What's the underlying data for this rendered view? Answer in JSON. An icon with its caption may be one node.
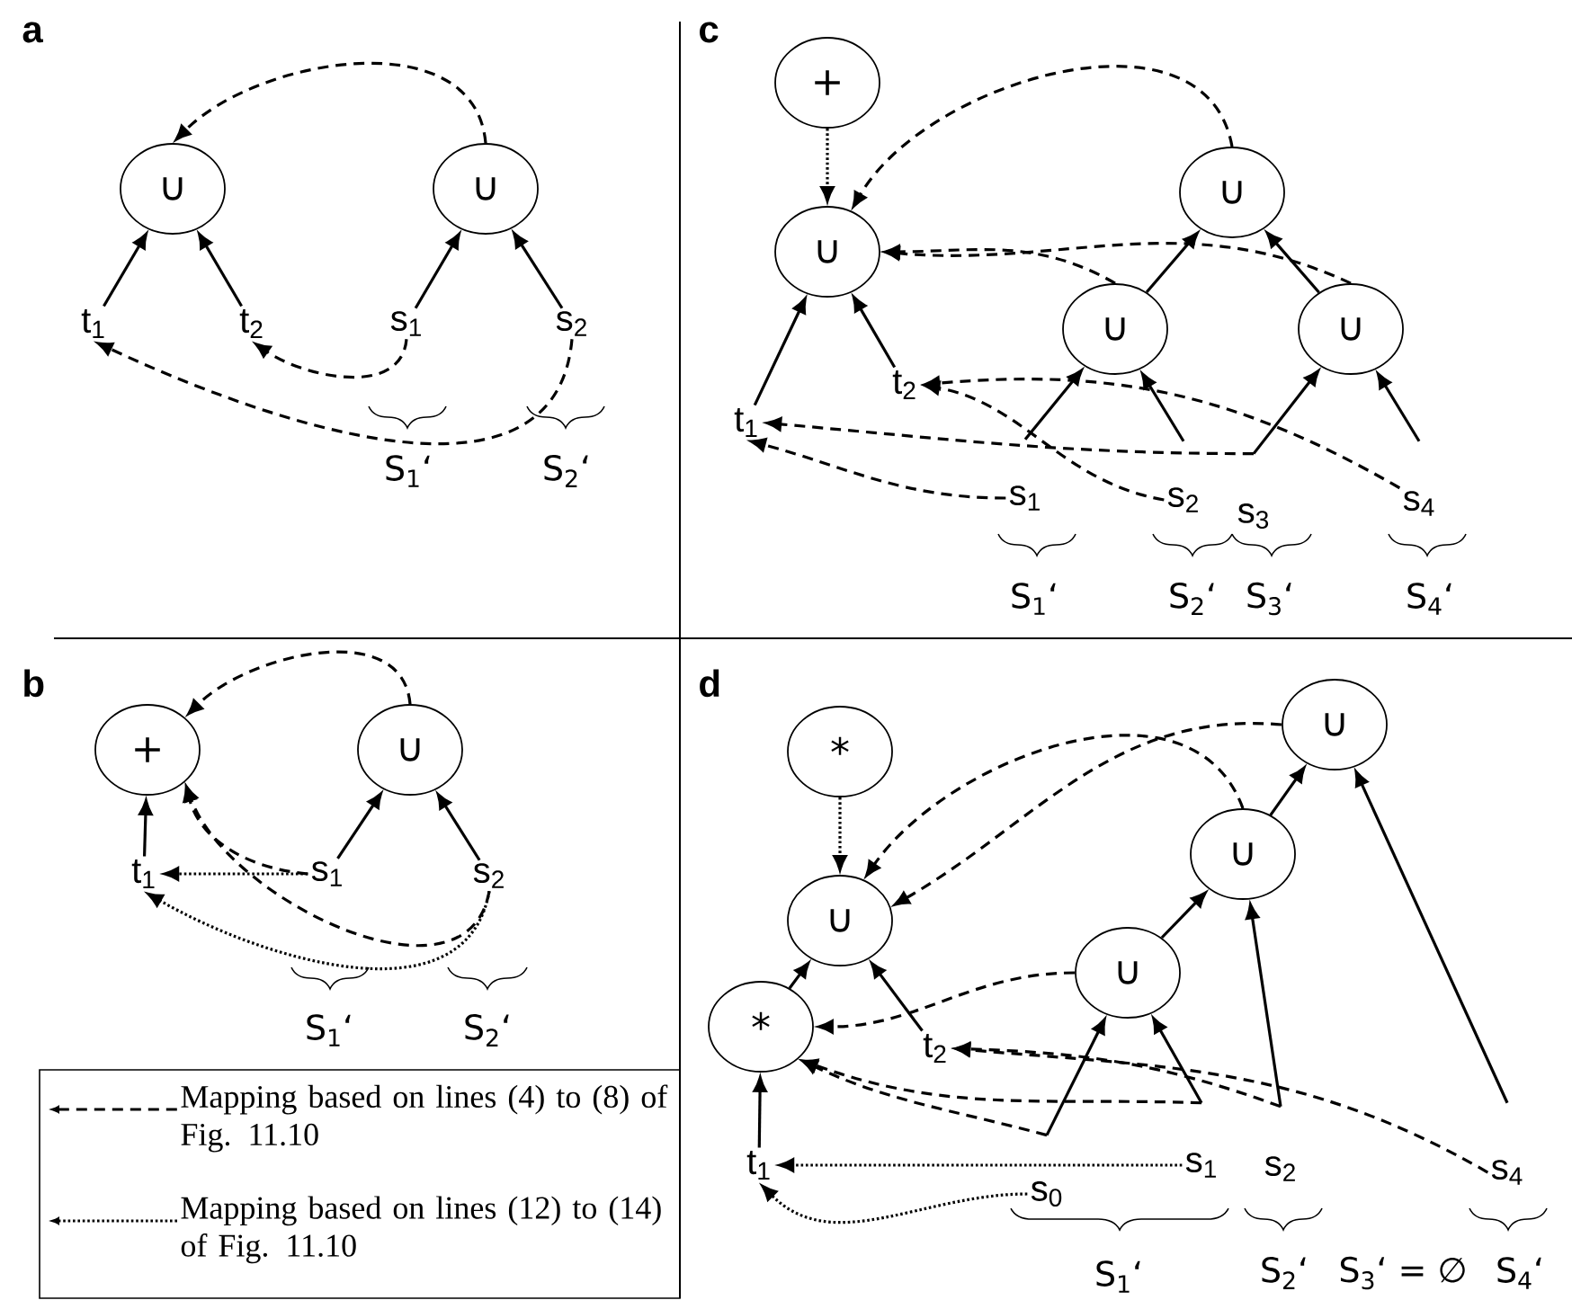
{
  "diagram": {
    "nodes": [
      {
        "text": [
          "∪"
        ]
      },
      {
        "text": [
          "∪"
        ]
      },
      {
        "text": [
          "t$_{1}$"
        ]
      },
      {
        "text": [
          "t$_{2}$"
        ]
      },
      {
        "text": [
          "s$_{1}$"
        ]
      },
      {
        "text": [
          "s$_{2}$"
        ]
      },
      {
        "text": [
          "+"
        ]
      },
      {
        "text": [
          "∪"
        ]
      },
      {
        "text": [
          "∪"
        ]
      },
      {
        "text": [
          "∪"
        ]
      },
      {
        "text": [
          "∪"
        ]
      },
      {
        "text": [
          "t$_{2}$"
        ]
      },
      {
        "text": [
          "t$_{1}$"
        ]
      },
      {
        "text": [
          "s$_{1}$"
        ]
      },
      {
        "text": [
          "s$_{2}$"
        ]
      },
      {
        "text": [
          "s$_{3}$"
        ]
      },
      {
        "text": [
          "s$_{4}$"
        ]
      },
      {
        "text": [
          "+"
        ]
      },
      {
        "text": [
          "∪"
        ]
      },
      {
        "text": [
          "t$_{1}$"
        ]
      },
      {
        "text": [
          "s$_{1}$"
        ]
      },
      {
        "text": [
          "s$_{2}$"
        ]
      },
      {
        "text": [
          "*"
        ]
      },
      {
        "text": [
          "∪"
        ]
      },
      {
        "text": [
          "∪"
        ]
      },
      {
        "text": [
          "∪"
        ]
      },
      {
        "text": [
          "∪"
        ]
      },
      {
        "text": [
          "*"
        ]
      },
      {
        "text": [
          "t$_{2}$"
        ]
      },
      {
        "text": [
          "t$_{1}$"
        ]
      },
      {
        "text": [
          "s$_{1}$"
        ]
      },
      {
        "text": [
          "s$_{2}$"
        ]
      },
      {
        "text": [
          "s$_{4}$"
        ]
      },
      {
        "text": [
          "s$_{0}$"
        ]
      }
    ],
    "edges": [
      {
        "from": 2,
        "to": 0,
        "arrow": "to"
      },
      {
        "from": 3,
        "to": 0,
        "arrow": "to"
      },
      {
        "from": 4,
        "to": 1,
        "arrow": "to"
      },
      {
        "from": 5,
        "to": 1,
        "arrow": "to"
      },
      {
        "from": 1,
        "to": 0,
        "arrow": "to",
        "style": "dashed"
      },
      {
        "from": 4,
        "to": 3,
        "arrow": "to",
        "style": "dashed"
      },
      {
        "from": 5,
        "to": 2,
        "arrow": "to",
        "style": "dashed"
      },
      {
        "from": 6,
        "to": 7,
        "arrow": "to",
        "style": "dashed"
      },
      {
        "from": 8,
        "to": 7,
        "arrow": "to",
        "style": "dashed"
      },
      {
        "from": 12,
        "to": 7,
        "arrow": "to"
      },
      {
        "from": 11,
        "to": 7,
        "arrow": "to"
      },
      {
        "from": 9,
        "to": 8,
        "arrow": "to"
      },
      {
        "from": 10,
        "to": 8,
        "arrow": "to"
      },
      {
        "from": 13,
        "to": 9,
        "arrow": "to"
      },
      {
        "from": 14,
        "to": 9,
        "arrow": "to"
      },
      {
        "from": 15,
        "to": 10,
        "arrow": "to"
      },
      {
        "from": 16,
        "to": 10,
        "arrow": "to"
      },
      {
        "from": 9,
        "to": 7,
        "arrow": "to",
        "style": "dashed"
      },
      {
        "from": 10,
        "to": 7,
        "arrow": "to",
        "style": "dashed"
      },
      {
        "from": 13,
        "to": 12,
        "arrow": "to",
        "style": "dashed"
      },
      {
        "from": 15,
        "to": 12,
        "arrow": "to",
        "style": "dashed"
      },
      {
        "from": 14,
        "to": 11,
        "arrow": "to",
        "style": "dashed"
      },
      {
        "from": 16,
        "to": 11,
        "arrow": "to",
        "style": "dashed"
      },
      {
        "from": 19,
        "to": 17,
        "arrow": "to"
      },
      {
        "from": 20,
        "to": 18,
        "arrow": "to"
      },
      {
        "from": 21,
        "to": 18,
        "arrow": "to"
      },
      {
        "from": 18,
        "to": 17,
        "arrow": "to",
        "style": "dashed"
      },
      {
        "from": 20,
        "to": 19,
        "arrow": "to",
        "style": "dashed"
      },
      {
        "from": 20,
        "to": 17,
        "arrow": "to",
        "style": "dashed"
      },
      {
        "from": 21,
        "to": 17,
        "arrow": "to",
        "style": "dashed"
      },
      {
        "from": 21,
        "to": 19,
        "arrow": "to",
        "style": "dashed"
      },
      {
        "from": 22,
        "to": 25,
        "arrow": "to",
        "style": "dashed"
      },
      {
        "from": 24,
        "to": 25,
        "arrow": "to",
        "style": "dashed"
      },
      {
        "from": 23,
        "to": 25,
        "arrow": "to",
        "style": "dashed"
      },
      {
        "from": 27,
        "to": 25,
        "arrow": "to"
      },
      {
        "from": 28,
        "to": 25,
        "arrow": "to"
      },
      {
        "from": 29,
        "to": 27,
        "arrow": "to"
      },
      {
        "from": 26,
        "to": 24,
        "arrow": "to"
      },
      {
        "from": 24,
        "to": 23,
        "arrow": "to"
      },
      {
        "from": 33,
        "to": 26,
        "arrow": "to"
      },
      {
        "from": 30,
        "to": 26,
        "arrow": "to"
      },
      {
        "from": 31,
        "to": 24,
        "arrow": "to"
      },
      {
        "from": 32,
        "to": 23,
        "arrow": "to"
      },
      {
        "from": 26,
        "to": 27,
        "arrow": "to",
        "style": "dashed"
      },
      {
        "from": 33,
        "to": 27,
        "arrow": "to",
        "style": "dashed"
      },
      {
        "from": 30,
        "to": 27,
        "arrow": "to",
        "style": "dashed"
      },
      {
        "from": 31,
        "to": 28,
        "arrow": "to",
        "style": "dashed"
      },
      {
        "from": 32,
        "to": 28,
        "arrow": "to",
        "style": "dashed"
      },
      {
        "from": 30,
        "to": 29,
        "arrow": "to",
        "style": "dashed"
      },
      {
        "from": 33,
        "to": 29,
        "arrow": "to",
        "style": "dashed"
      }
    ],
    "labels": [
      "a",
      "S$_{1}$‘",
      "S$_{2}$‘",
      "c",
      "S$_{1}$‘",
      "S$_{2}$‘",
      "S$_{3}$‘",
      "S$_{4}$‘",
      "b",
      "S$_{1}$‘",
      "S$_{2}$‘",
      "d",
      "S$_{1}$‘",
      "S$_{2}$‘",
      "S$_{3}$‘ = ∅",
      "S$_{4}$‘"
    ],
    "legend": [
      {
        "text": "Mapping based on lines (4) to (8) of Fig. 11.10"
      },
      {
        "text": "Mapping based on lines (12) to (14) of Fig. 11.10"
      }
    ]
  }
}
